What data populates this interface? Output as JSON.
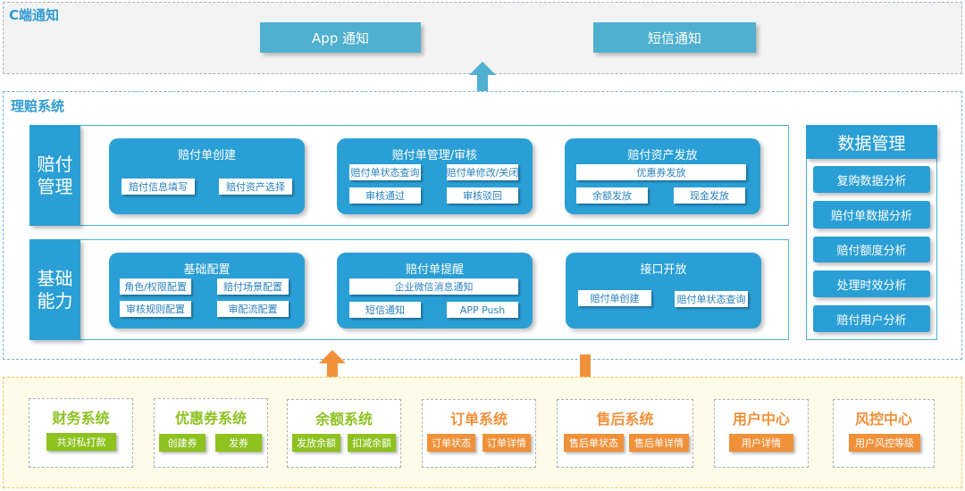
{
  "c_section": {
    "title": "C端通知",
    "buttons": [
      "App 通知",
      "短信通知"
    ]
  },
  "claims_section": {
    "title": "理赔系统"
  },
  "rows": [
    {
      "label_lines": [
        "赔付",
        "管理"
      ],
      "cards": [
        {
          "title": "赔付单创建",
          "items": [
            "赔付信息填写",
            "赔付资产选择"
          ]
        },
        {
          "title": "赔付单管理/审核",
          "items": [
            "赔付单状态查询",
            "赔付单修改/关闭",
            "审核通过",
            "审核驳回"
          ]
        },
        {
          "title": "赔付资产发放",
          "items": [
            "优惠券发放",
            "余额发放",
            "现金发放"
          ]
        }
      ]
    },
    {
      "label_lines": [
        "基础",
        "能力"
      ],
      "cards": [
        {
          "title": "基础配置",
          "items": [
            "角色/权限配置",
            "赔付场景配置",
            "审核规则配置",
            "审配流配置"
          ]
        },
        {
          "title": "赔付单提醒",
          "items": [
            "企业微信消息通知",
            "短信通知",
            "APP Push"
          ]
        },
        {
          "title": "接口开放",
          "items": [
            "赔付单创建",
            "赔付单状态查询"
          ]
        }
      ]
    }
  ],
  "data_mgmt": {
    "title": "数据管理",
    "items": [
      "复购数据分析",
      "赔付单数据分析",
      "赔付额度分析",
      "处理时效分析",
      "赔付用户分析"
    ]
  },
  "external_systems": [
    {
      "title": "财务系统",
      "color": "#8dc21f",
      "items": [
        "共对私打款"
      ]
    },
    {
      "title": "优惠券系统",
      "color": "#8dc21f",
      "items": [
        "创建券",
        "发券"
      ]
    },
    {
      "title": "余额系统",
      "color": "#8dc21f",
      "items": [
        "发放余额",
        "扣减余额"
      ]
    },
    {
      "title": "订单系统",
      "color": "#f0913a",
      "items": [
        "订单状态",
        "订单详情"
      ]
    },
    {
      "title": "售后系统",
      "color": "#f0913a",
      "items": [
        "售后单状态",
        "售后单详情"
      ]
    },
    {
      "title": "用户中心",
      "color": "#f0913a",
      "items": [
        "用户详情"
      ]
    },
    {
      "title": "风控中心",
      "color": "#f0913a",
      "items": [
        "用户风控等级"
      ]
    }
  ],
  "colors": {
    "primary_blue": "#2a9fd6",
    "notify_blue": "#4fb0cf",
    "green": "#8dc21f",
    "orange": "#f0913a",
    "arrow_blue": "#4fb0cf",
    "arrow_orange": "#f0913a"
  }
}
